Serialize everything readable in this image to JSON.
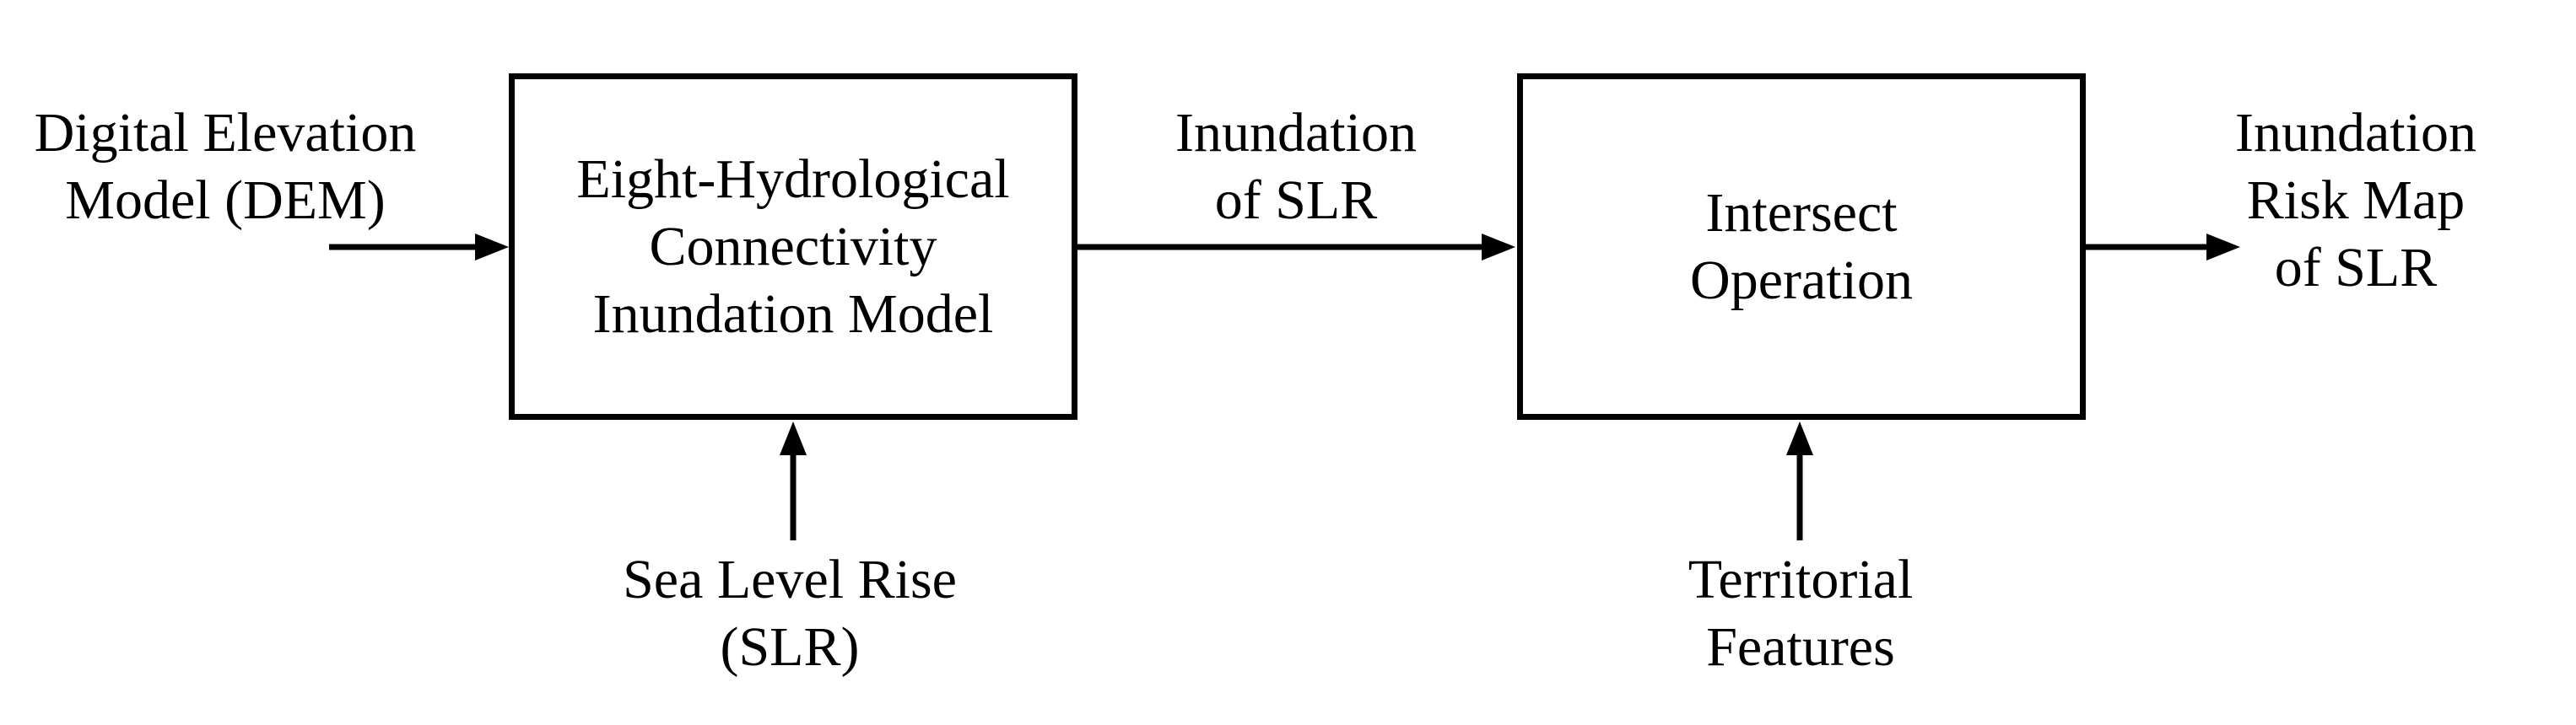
{
  "diagram": {
    "colors": {
      "background": "#ffffff",
      "ink": "#000000"
    },
    "inputs": {
      "dem": "Digital Elevation\nModel (DEM)",
      "sea_level_rise": "Sea Level Rise\n(SLR)",
      "territorial_features": "Territorial\nFeatures"
    },
    "processes": {
      "inundation_model": "Eight-Hydrological\nConnectivity\nInundation Model",
      "intersect_operation": "Intersect\nOperation"
    },
    "edge_labels": {
      "inundation_of_slr": "Inundation\nof SLR"
    },
    "outputs": {
      "risk_map": "Inundation\nRisk Map of SLR"
    }
  }
}
